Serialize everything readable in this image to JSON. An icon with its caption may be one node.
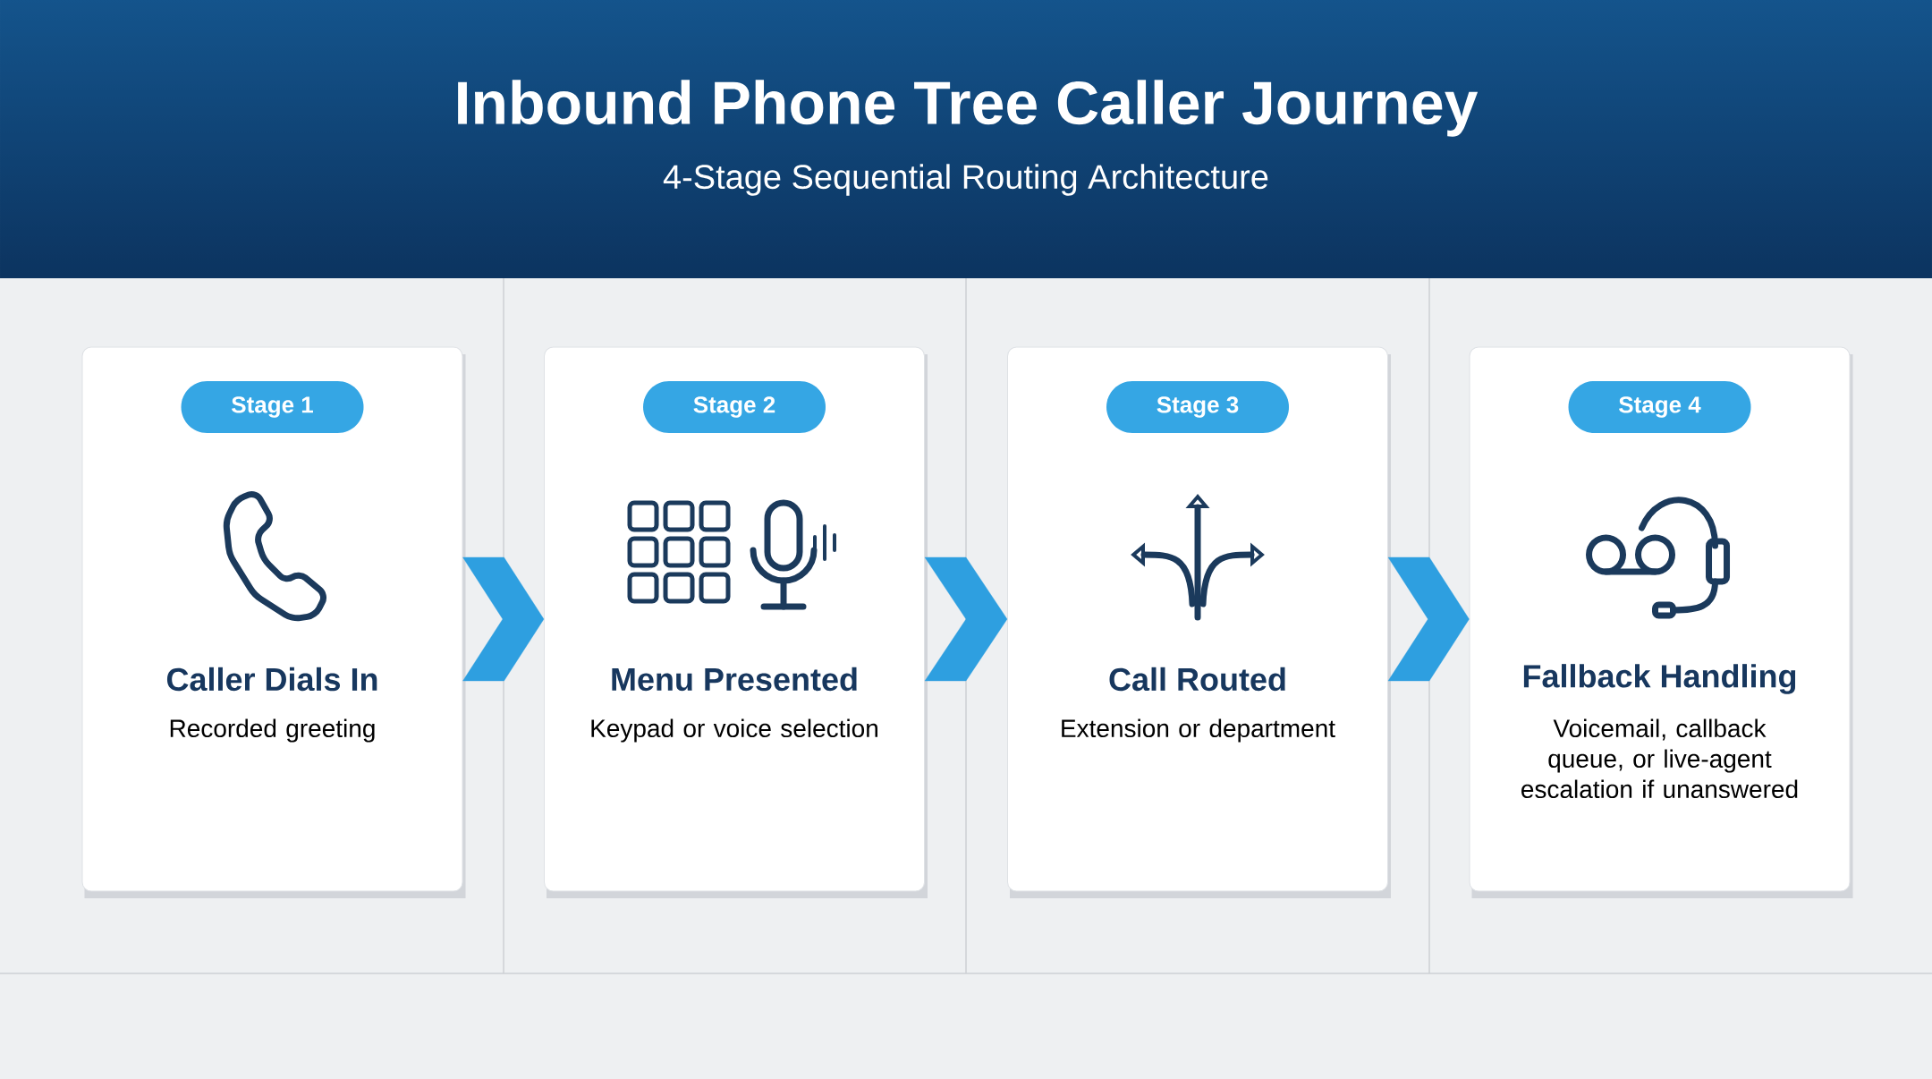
{
  "diagram": {
    "title": "Inbound Phone Tree Caller Journey",
    "caption": "4-Stage Sequential Routing Architecture",
    "nodes": [
      {
        "text": [
          "Stage 1",
          "Caller Dials In",
          "Recorded greeting"
        ]
      },
      {
        "text": [
          "Stage 2",
          "Menu Presented",
          "Keypad or voice selection"
        ]
      },
      {
        "text": [
          "Stage 3",
          "Call Routed",
          "Extension or department"
        ]
      },
      {
        "text": [
          "Stage 4",
          "Fallback Handling",
          "Voicemail, callback queue, or live-agent escalation if unanswered"
        ]
      }
    ],
    "edges": [
      {
        "from": 0,
        "to": 1,
        "arrow": "to"
      },
      {
        "from": 1,
        "to": 2,
        "arrow": "to"
      },
      {
        "from": 2,
        "to": 3,
        "arrow": "to"
      }
    ]
  }
}
